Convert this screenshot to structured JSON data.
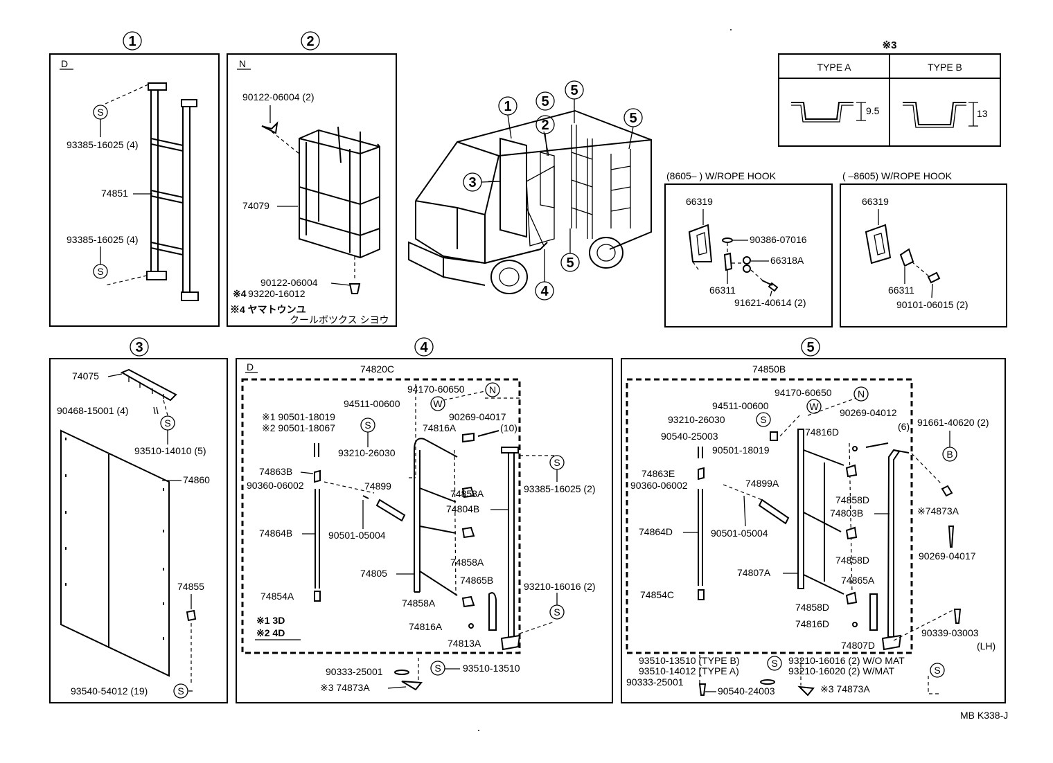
{
  "panel1": {
    "num": "1",
    "tag": "D",
    "labels": [
      "93385-16025 (4)",
      "74851",
      "93385-16025 (4)"
    ],
    "sym": "S"
  },
  "panel2": {
    "num": "2",
    "tag": "N",
    "labels": [
      "90122-06004 (2)",
      "74079",
      "90122-06004",
      "93220-16012"
    ],
    "mark4": "※4",
    "note1": "※4 ヤマトウンユ",
    "note2": "クールボツクス シヨウ"
  },
  "vehicle": {
    "callouts": [
      "1",
      "5",
      "2",
      "5",
      "5",
      "3",
      "5",
      "4"
    ]
  },
  "types": {
    "title": "※3",
    "colA": "TYPE A",
    "colB": "TYPE B",
    "dimA": "9.5",
    "dimB": "13"
  },
  "hook1": {
    "title": "(8605–         ) W/ROPE HOOK",
    "labels": [
      "66319",
      "90386-07016",
      "66318A",
      "66311",
      "91621-40614 (2)"
    ]
  },
  "hook2": {
    "title": "(         –8605) W/ROPE HOOK",
    "labels": [
      "66319",
      "66311",
      "90101-06015 (2)"
    ]
  },
  "panel3": {
    "num": "3",
    "labels": [
      "74075",
      "90468-15001 (4)",
      "93510-14010 (5)",
      "74860",
      "74855",
      "93540-54012 (19)"
    ],
    "sym": "S"
  },
  "panel4": {
    "num": "4",
    "tag": "D",
    "assy": "74820C",
    "labels": [
      "94170-60650",
      "94511-00600",
      "※1  90501-18019",
      "※2  90501-18067",
      "93210-26030",
      "74816A",
      "90269-04017",
      "(10)",
      "93385-16025 (2)",
      "74863B",
      "90360-06002",
      "74899",
      "74858A",
      "74804B",
      "74864B",
      "90501-05004",
      "74858A",
      "74805",
      "74865B",
      "93210-16016 (2)",
      "74854A",
      "74858A",
      "74816A",
      "74813A",
      "90333-25001",
      "93510-13510",
      "※3  74873A"
    ],
    "note1": "※1  3D",
    "note2": "※2  4D"
  },
  "panel5": {
    "num": "5",
    "assy": "74850B",
    "labels": [
      "94170-60650",
      "94511-00600",
      "93210-26030",
      "90269-04012",
      "(6)",
      "91661-40620 (2)",
      "90540-25003",
      "74816D",
      "90501-18019",
      "74863E",
      "90360-06002",
      "74899A",
      "74858D",
      "※74873A",
      "74803B",
      "74864D",
      "90501-05004",
      "90269-04017",
      "74858D",
      "74807A",
      "74865A",
      "74854C",
      "74858D",
      "74816D",
      "90339-03003",
      "(LH)",
      "74807D",
      "93510-13510 (TYPE B)",
      "93210-16016 (2) W/O MAT",
      "93510-14012 (TYPE A)",
      "93210-16020 (2) W/MAT",
      "90333-25001",
      "90540-24003",
      "※3  74873A"
    ]
  },
  "footer": {
    "code": "MB K338-J"
  }
}
